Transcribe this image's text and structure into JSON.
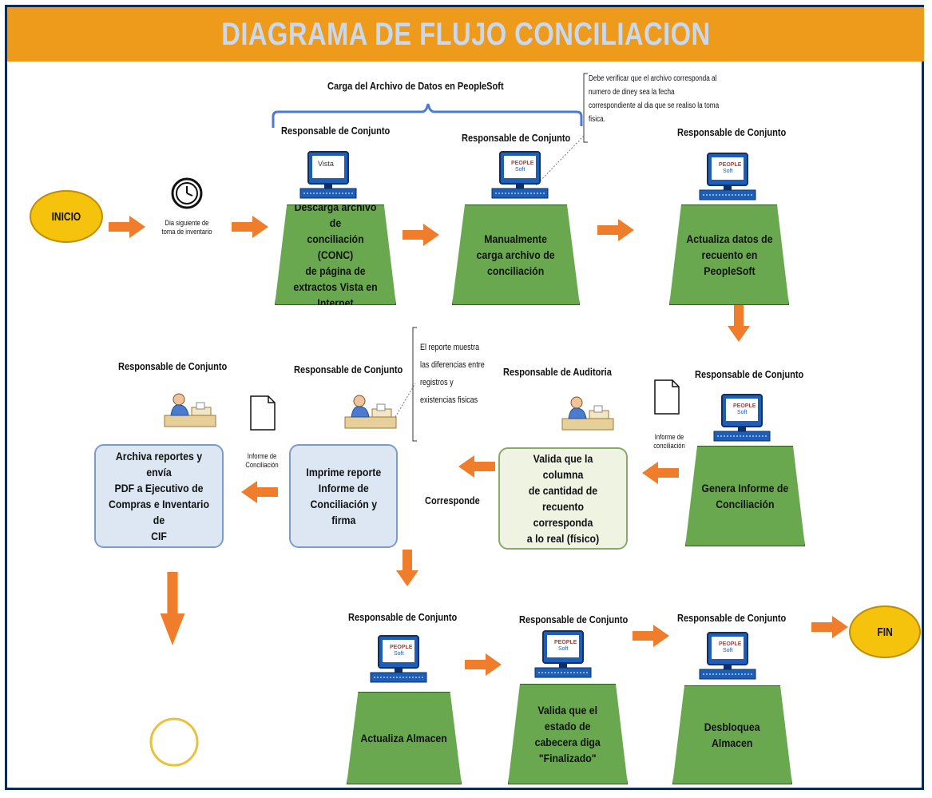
{
  "title": "DIAGRAMA DE FLUJO CONCILIACION",
  "group_label": "Carga del Archivo de Datos en PeopleSoft",
  "note_top": [
    "Debe verificar que el archivo corresponda al",
    "numero de diney sea la fecha",
    "correspondiente al dia que se realiso la toma",
    "fisica."
  ],
  "note_mid": [
    "El reporte muestra",
    "las diferencias entre",
    "registros y",
    "existencias fisicas"
  ],
  "roles": {
    "r1": "Responsable de Conjunto",
    "r2": "Responsable de Conjunto",
    "r3": "Responsable de Conjunto",
    "r4": "Responsable de Conjunto",
    "r5": "Responsable de Auditoria",
    "r6": "Responsable de Conjunto",
    "r7": "Responsable de Conjunto",
    "r8": "Responsable de Conjunto",
    "r9": "Responsable de Conjunto",
    "r10": "Responsable de Conjunto"
  },
  "start": "INICIO",
  "end": "FIN",
  "clock_caption": [
    "Dia siguiente de",
    "toma de inventario"
  ],
  "screen_vista": "Vista",
  "screen_peoplesoft": [
    "PEOPLE",
    "Soft"
  ],
  "steps": {
    "s1": [
      "Descarga archivo de",
      "conciliación (CONC)",
      "de página de",
      "extractos Vista en",
      "Internet"
    ],
    "s2": [
      "Manualmente",
      "carga archivo de",
      "conciliación"
    ],
    "s3": [
      "Actualiza datos de",
      "recuento en",
      "PeopleSoft"
    ],
    "s4": [
      "Genera Informe de",
      "Conciliación"
    ],
    "s5": [
      "Valida que la columna",
      "de cantidad de",
      "recuento corresponda",
      "a lo real (físico)"
    ],
    "s6": [
      "Imprime reporte",
      "Informe de",
      "Conciliación y",
      "firma"
    ],
    "s7": [
      "Archiva reportes y envía",
      "PDF a Ejecutivo de",
      "Compras e Inventario de",
      "CIF"
    ],
    "s8": [
      "Actualiza Almacen"
    ],
    "s9": [
      "Valida que el",
      "estado de",
      "cabecera diga",
      "\"Finalizado\""
    ],
    "s10": [
      "Desbloquea",
      "Almacen"
    ]
  },
  "doc_caption_1": [
    "Informe de",
    "conciliación"
  ],
  "doc_caption_2": [
    "Informe de",
    "Conciliación"
  ],
  "arrow_label": "Corresponde",
  "colors": {
    "title_bg": "#ee9a1a",
    "title_text": "#c8d8ee",
    "process_green": "#6aa84f",
    "arrow_orange": "#ef7d2b",
    "oval_yellow": "#f5c20c",
    "frame_navy": "#0b2a55"
  }
}
